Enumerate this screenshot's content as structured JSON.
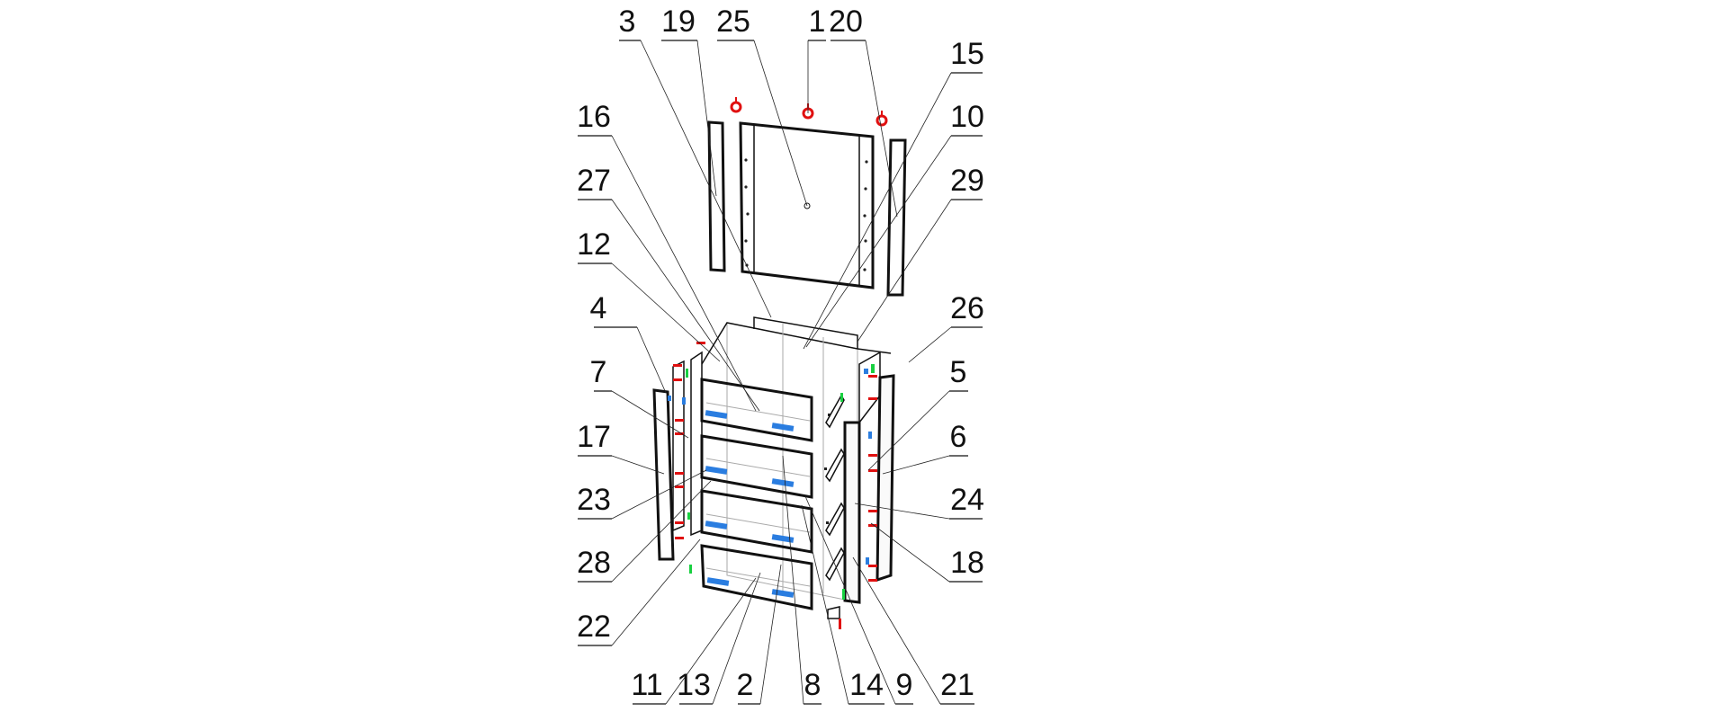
{
  "diagram": {
    "type": "exploded-assembly",
    "part_labels": {
      "top": [
        "3",
        "19",
        "25",
        "1",
        "20",
        "15"
      ],
      "left": [
        "16",
        "27",
        "12",
        "4",
        "7",
        "17",
        "23",
        "28",
        "22"
      ],
      "right": [
        "10",
        "29",
        "26",
        "5",
        "6",
        "24",
        "18"
      ],
      "bottom": [
        "11",
        "13",
        "2",
        "8",
        "14",
        "9",
        "21"
      ]
    }
  },
  "colors": {
    "line": "#111111",
    "fitting_red": "#e01010",
    "fitting_blue": "#2a7de0",
    "fitting_green": "#18d040"
  }
}
